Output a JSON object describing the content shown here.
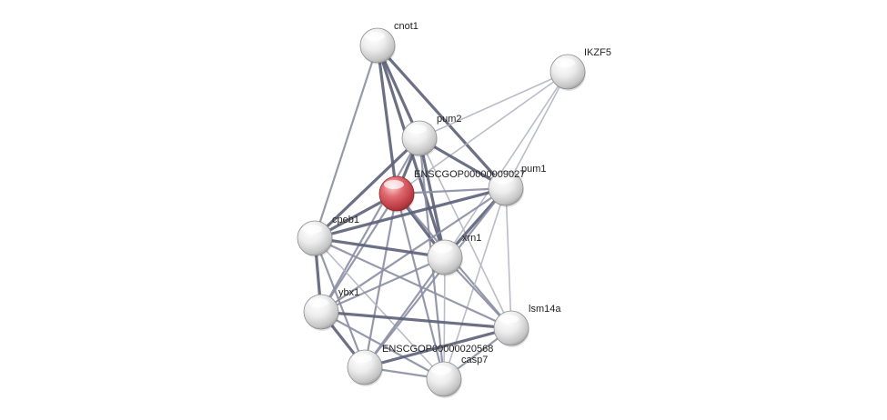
{
  "network": {
    "nodes": [
      {
        "id": "cnot1",
        "label": "cnot1",
        "query": false
      },
      {
        "id": "IKZF5",
        "label": "IKZF5",
        "query": false
      },
      {
        "id": "pum2",
        "label": "pum2",
        "query": false
      },
      {
        "id": "ENSCGOP00000009027",
        "label": "ENSCGOP00000009027",
        "query": true
      },
      {
        "id": "pum1",
        "label": "pum1",
        "query": false
      },
      {
        "id": "cpeb1",
        "label": "cpeb1",
        "query": false
      },
      {
        "id": "xrn1",
        "label": "xrn1",
        "query": false
      },
      {
        "id": "ybx1",
        "label": "ybx1",
        "query": false
      },
      {
        "id": "lsm14a",
        "label": "lsm14a",
        "query": false
      },
      {
        "id": "ENSCGOP00000020568",
        "label": "ENSCGOP00000020568",
        "query": false
      },
      {
        "id": "casp7",
        "label": "casp7",
        "query": false
      }
    ],
    "edges": [
      {
        "source": "cnot1",
        "target": "pum2",
        "strength": "strong"
      },
      {
        "source": "cnot1",
        "target": "ENSCGOP00000009027",
        "strength": "strong"
      },
      {
        "source": "cnot1",
        "target": "pum1",
        "strength": "strong"
      },
      {
        "source": "cnot1",
        "target": "xrn1",
        "strength": "strong"
      },
      {
        "source": "cnot1",
        "target": "cpeb1",
        "strength": "medium"
      },
      {
        "source": "IKZF5",
        "target": "pum2",
        "strength": "weak"
      },
      {
        "source": "IKZF5",
        "target": "ENSCGOP00000009027",
        "strength": "weak"
      },
      {
        "source": "IKZF5",
        "target": "pum1",
        "strength": "weak"
      },
      {
        "source": "IKZF5",
        "target": "xrn1",
        "strength": "weak"
      },
      {
        "source": "pum2",
        "target": "ENSCGOP00000009027",
        "strength": "strong"
      },
      {
        "source": "pum2",
        "target": "pum1",
        "strength": "strong"
      },
      {
        "source": "pum2",
        "target": "cpeb1",
        "strength": "strong"
      },
      {
        "source": "pum2",
        "target": "xrn1",
        "strength": "strong"
      },
      {
        "source": "pum2",
        "target": "lsm14a",
        "strength": "weak"
      },
      {
        "source": "pum2",
        "target": "casp7",
        "strength": "medium"
      },
      {
        "source": "pum2",
        "target": "ybx1",
        "strength": "medium"
      },
      {
        "source": "ENSCGOP00000009027",
        "target": "pum1",
        "strength": "medium"
      },
      {
        "source": "ENSCGOP00000009027",
        "target": "cpeb1",
        "strength": "strong"
      },
      {
        "source": "ENSCGOP00000009027",
        "target": "xrn1",
        "strength": "strong"
      },
      {
        "source": "ENSCGOP00000009027",
        "target": "ybx1",
        "strength": "medium"
      },
      {
        "source": "ENSCGOP00000009027",
        "target": "lsm14a",
        "strength": "medium"
      },
      {
        "source": "ENSCGOP00000009027",
        "target": "ENSCGOP00000020568",
        "strength": "medium"
      },
      {
        "source": "ENSCGOP00000009027",
        "target": "casp7",
        "strength": "medium"
      },
      {
        "source": "pum1",
        "target": "cpeb1",
        "strength": "strong"
      },
      {
        "source": "pum1",
        "target": "xrn1",
        "strength": "strong"
      },
      {
        "source": "pum1",
        "target": "ybx1",
        "strength": "medium"
      },
      {
        "source": "pum1",
        "target": "lsm14a",
        "strength": "weak"
      },
      {
        "source": "pum1",
        "target": "ENSCGOP00000020568",
        "strength": "medium"
      },
      {
        "source": "pum1",
        "target": "casp7",
        "strength": "weak"
      },
      {
        "source": "cpeb1",
        "target": "xrn1",
        "strength": "strong"
      },
      {
        "source": "cpeb1",
        "target": "ybx1",
        "strength": "strong"
      },
      {
        "source": "cpeb1",
        "target": "lsm14a",
        "strength": "medium"
      },
      {
        "source": "cpeb1",
        "target": "ENSCGOP00000020568",
        "strength": "medium"
      },
      {
        "source": "cpeb1",
        "target": "casp7",
        "strength": "weak"
      },
      {
        "source": "xrn1",
        "target": "ybx1",
        "strength": "medium"
      },
      {
        "source": "xrn1",
        "target": "lsm14a",
        "strength": "medium"
      },
      {
        "source": "xrn1",
        "target": "ENSCGOP00000020568",
        "strength": "medium"
      },
      {
        "source": "xrn1",
        "target": "casp7",
        "strength": "weak"
      },
      {
        "source": "ybx1",
        "target": "lsm14a",
        "strength": "strong"
      },
      {
        "source": "ybx1",
        "target": "ENSCGOP00000020568",
        "strength": "strong"
      },
      {
        "source": "ybx1",
        "target": "casp7",
        "strength": "medium"
      },
      {
        "source": "lsm14a",
        "target": "ENSCGOP00000020568",
        "strength": "strong"
      },
      {
        "source": "lsm14a",
        "target": "casp7",
        "strength": "medium"
      },
      {
        "source": "ENSCGOP00000020568",
        "target": "casp7",
        "strength": "medium"
      }
    ],
    "colors": {
      "node_default": "#e8e8e8",
      "node_query": "#d9575e",
      "edge_strong": "#5c6178",
      "edge_medium": "#8a8fa3",
      "edge_weak": "#b3b5c3"
    }
  }
}
